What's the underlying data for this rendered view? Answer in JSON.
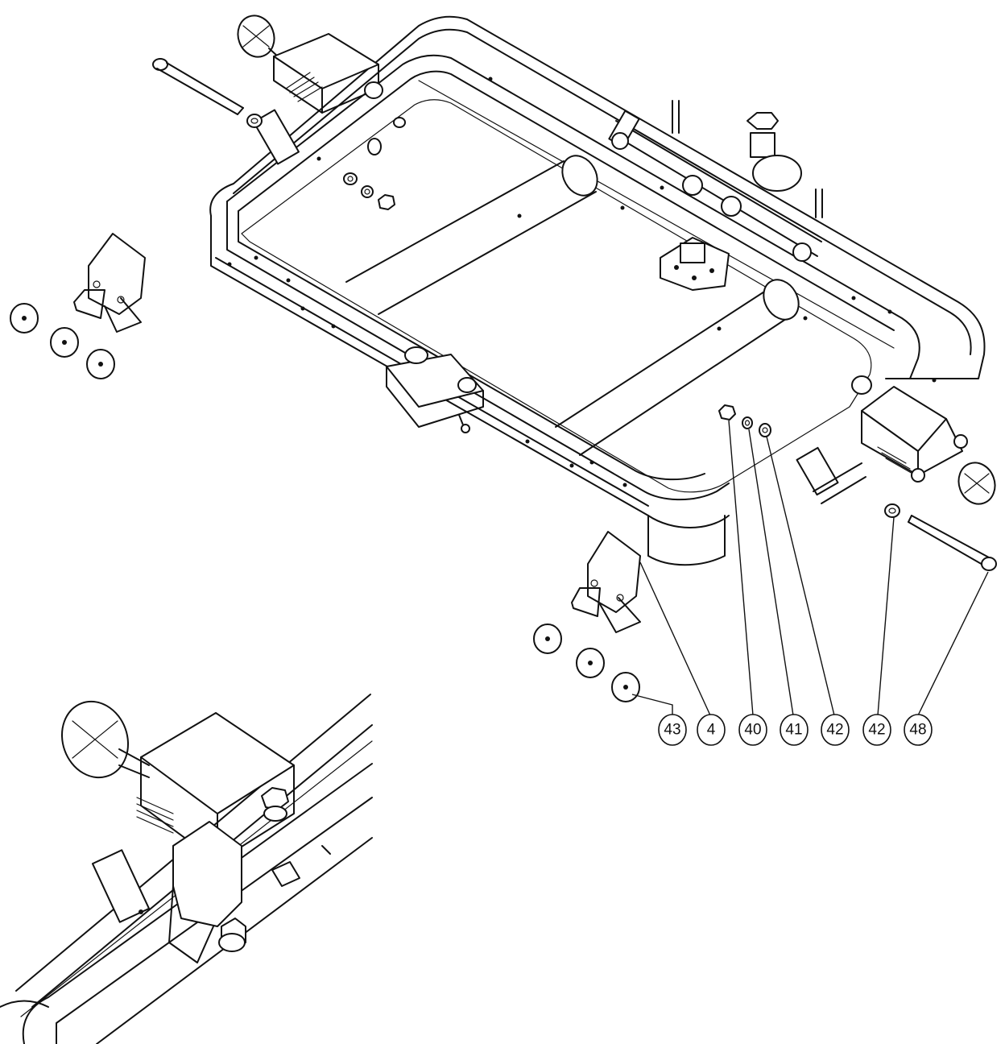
{
  "diagram": {
    "callouts": [
      {
        "id": "c43",
        "label": "43"
      },
      {
        "id": "c4",
        "label": "4"
      },
      {
        "id": "c40",
        "label": "40"
      },
      {
        "id": "c41",
        "label": "41"
      },
      {
        "id": "c42a",
        "label": "42"
      },
      {
        "id": "c42b",
        "label": "42"
      },
      {
        "id": "c48",
        "label": "48"
      }
    ]
  }
}
